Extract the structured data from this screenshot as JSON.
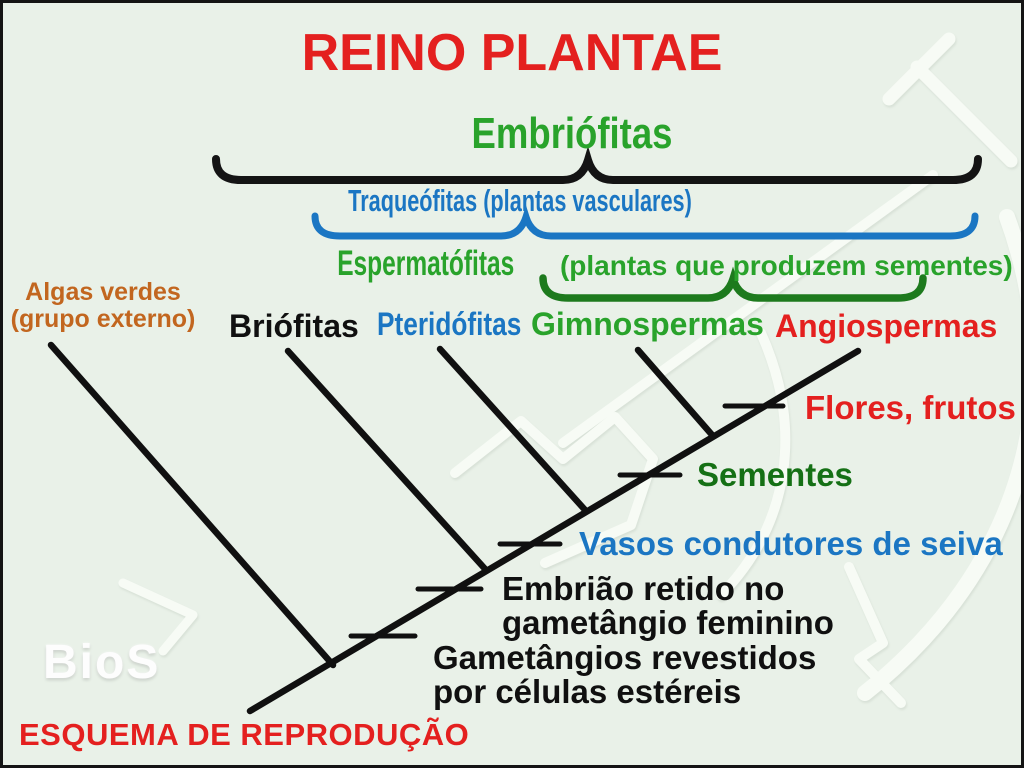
{
  "title": {
    "text": "REINO PLANTAE",
    "color": "#e4201f"
  },
  "clade_headers": {
    "embriofitas": {
      "label": "Embriófitas",
      "color": "#29a32b",
      "brace_color": "#141414"
    },
    "traqueofitas": {
      "label": "Traqueófitas (plantas vasculares)",
      "color": "#1b76c3",
      "brace_color": "#1b76c3"
    },
    "espermatofitas": {
      "label_main": "Espermatófitas",
      "label_sub": " (plantas que produzem sementes)",
      "color": "#29a32b",
      "brace_color": "#1d7a1d"
    }
  },
  "taxa": [
    {
      "name": "Algas verdes",
      "qualifier": "(grupo externo)",
      "color": "#c2661f"
    },
    {
      "name": "Briófitas",
      "color": "#101010"
    },
    {
      "name": "Pteridófitas",
      "color": "#1b76c3"
    },
    {
      "name": "Gimnospermas",
      "color": "#29a32b"
    },
    {
      "name": "Angiospermas",
      "color": "#e4201f"
    }
  ],
  "synapomorphies": [
    {
      "label": "Gametângios revestidos\npor células estéreis",
      "color": "#101010"
    },
    {
      "label": "Embrião retido no\ngametângio feminino",
      "color": "#101010"
    },
    {
      "label": "Vasos condutores de seiva",
      "color": "#1b76c3"
    },
    {
      "label": "Sementes",
      "color": "#157015"
    },
    {
      "label": "Flores, frutos",
      "color": "#e4201f"
    }
  ],
  "footer": {
    "text": "ESQUEMA DE REPRODUÇÃO",
    "color": "#e4201f"
  },
  "watermark": {
    "logo_text": "BioS"
  },
  "canvas": {
    "background": "#e9f1e8",
    "line_color": "#101010"
  }
}
